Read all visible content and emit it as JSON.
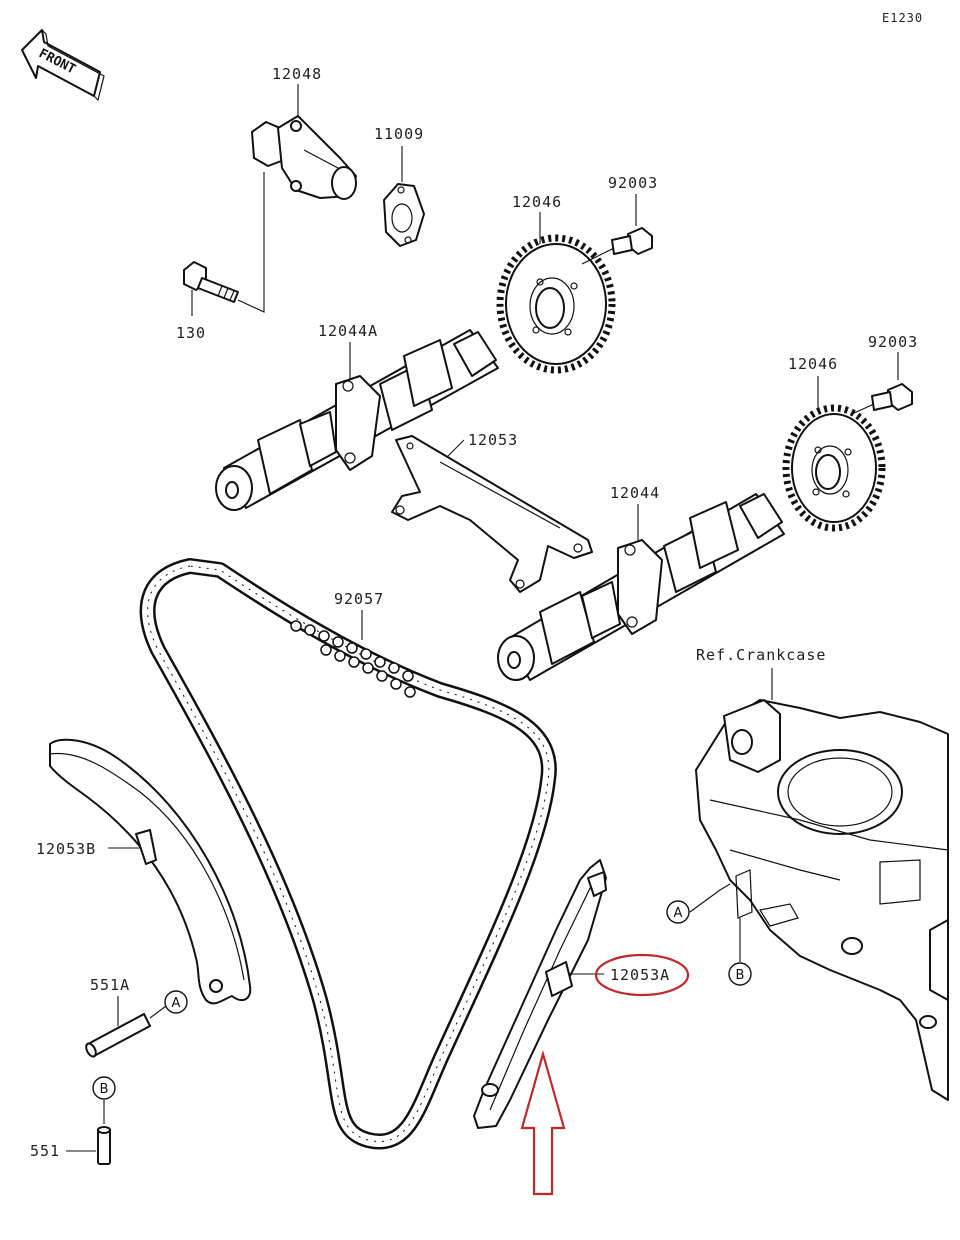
{
  "diagram_code": "E1230",
  "front_label": "FRONT",
  "reference_label": "Ref.Crankcase",
  "callout_a": "A",
  "callout_b": "B",
  "part_numbers": {
    "tensioner": "12048",
    "gasket": "11009",
    "bolt_130": "130",
    "sprocket_left": "12046",
    "bolt_left": "92003",
    "camshaft_a": "12044A",
    "sprocket_right": "12046",
    "bolt_right": "92003",
    "guide_top": "12053",
    "camshaft": "12044",
    "chain": "92057",
    "guide_b": "12053B",
    "guide_a": "12053A",
    "pin_551a": "551A",
    "pin_551": "551"
  },
  "highlight": {
    "part": "12053A",
    "color": "#c0282a"
  }
}
